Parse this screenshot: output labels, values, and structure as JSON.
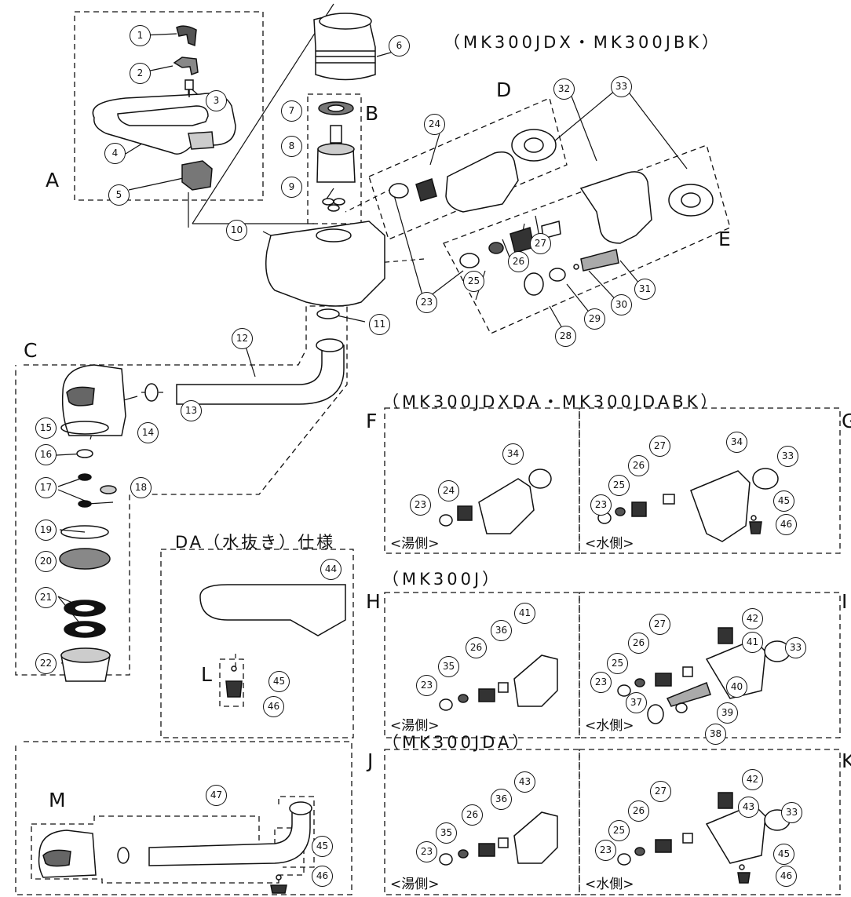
{
  "models": {
    "top": "（MK300JDX・MK300JBK）",
    "f_g": "（MK300JDXDA・MK300JDABK）",
    "h": "（MK300J）",
    "j": "（MK300JDA）"
  },
  "spec_title": "DA（水抜き）仕様",
  "side_hot": "<湯側>",
  "side_cold": "<水側>",
  "group_labels": {
    "A": "A",
    "B": "B",
    "C": "C",
    "D": "D",
    "E": "E",
    "F": "F",
    "G": "G",
    "H": "H",
    "I": "I",
    "J": "J",
    "K": "K",
    "L": "L",
    "M": "M"
  },
  "callouts": {
    "c1": "1",
    "c2": "2",
    "c3": "3",
    "c4": "4",
    "c5": "5",
    "c6": "6",
    "c7": "7",
    "c8": "8",
    "c9": "9",
    "c10": "10",
    "c11": "11",
    "c12": "12",
    "c13": "13",
    "c14": "14",
    "c15": "15",
    "c16": "16",
    "c17": "17",
    "c18": "18",
    "c19": "19",
    "c20": "20",
    "c21": "21",
    "c22": "22",
    "c23": "23",
    "c24": "24",
    "c25": "25",
    "c26": "26",
    "c27": "27",
    "c28": "28",
    "c29": "29",
    "c30": "30",
    "c31": "31",
    "c32": "32",
    "c33": "33",
    "c34": "34",
    "c35": "35",
    "c36": "36",
    "c37": "37",
    "c38": "38",
    "c39": "39",
    "c40": "40",
    "c41": "41",
    "c42": "42",
    "c43": "43",
    "c44": "44",
    "c45": "45",
    "c46": "46",
    "c47": "47"
  }
}
